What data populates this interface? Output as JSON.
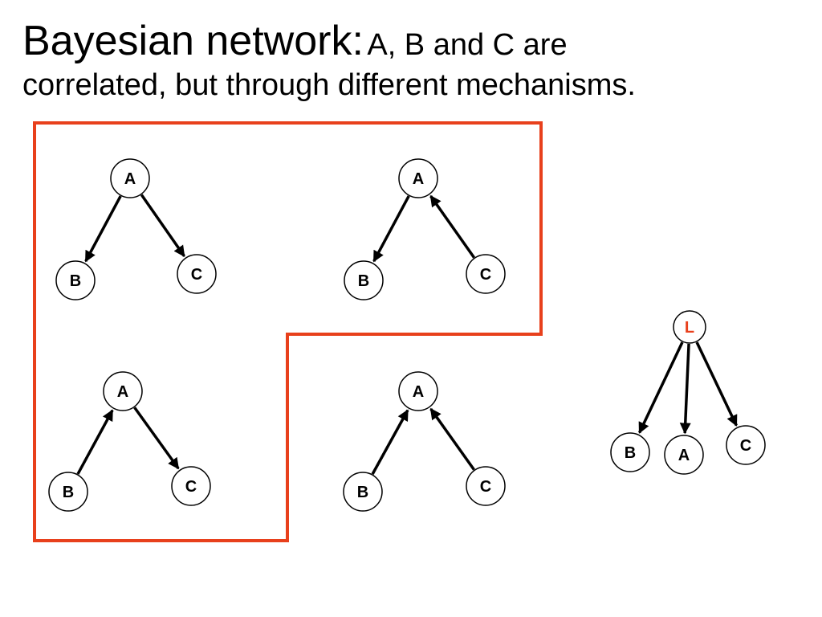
{
  "title": {
    "main": "Bayesian network:",
    "subtitle_line1": "A, B and C are",
    "subtitle_line2": "correlated, but through different mechanisms."
  },
  "colors": {
    "frame": "#e8401c",
    "latent_label": "#e8401c",
    "edge": "#000000",
    "node_stroke": "#000000"
  },
  "graphs": [
    {
      "id": "fork",
      "nodes": [
        {
          "id": "A",
          "label": "A"
        },
        {
          "id": "B",
          "label": "B"
        },
        {
          "id": "C",
          "label": "C"
        }
      ],
      "edges": [
        {
          "from": "A",
          "to": "B"
        },
        {
          "from": "A",
          "to": "C"
        }
      ]
    },
    {
      "id": "chain-c-a-b",
      "nodes": [
        {
          "id": "A",
          "label": "A"
        },
        {
          "id": "B",
          "label": "B"
        },
        {
          "id": "C",
          "label": "C"
        }
      ],
      "edges": [
        {
          "from": "A",
          "to": "B"
        },
        {
          "from": "C",
          "to": "A"
        }
      ]
    },
    {
      "id": "chain-b-a-c",
      "nodes": [
        {
          "id": "A",
          "label": "A"
        },
        {
          "id": "B",
          "label": "B"
        },
        {
          "id": "C",
          "label": "C"
        }
      ],
      "edges": [
        {
          "from": "B",
          "to": "A"
        },
        {
          "from": "A",
          "to": "C"
        }
      ]
    },
    {
      "id": "collider",
      "nodes": [
        {
          "id": "A",
          "label": "A"
        },
        {
          "id": "B",
          "label": "B"
        },
        {
          "id": "C",
          "label": "C"
        }
      ],
      "edges": [
        {
          "from": "B",
          "to": "A"
        },
        {
          "from": "C",
          "to": "A"
        }
      ]
    },
    {
      "id": "latent",
      "nodes": [
        {
          "id": "L",
          "label": "L",
          "highlight": true
        },
        {
          "id": "B",
          "label": "B"
        },
        {
          "id": "A",
          "label": "A"
        },
        {
          "id": "C",
          "label": "C"
        }
      ],
      "edges": [
        {
          "from": "L",
          "to": "B"
        },
        {
          "from": "L",
          "to": "A"
        },
        {
          "from": "L",
          "to": "C"
        }
      ]
    }
  ]
}
